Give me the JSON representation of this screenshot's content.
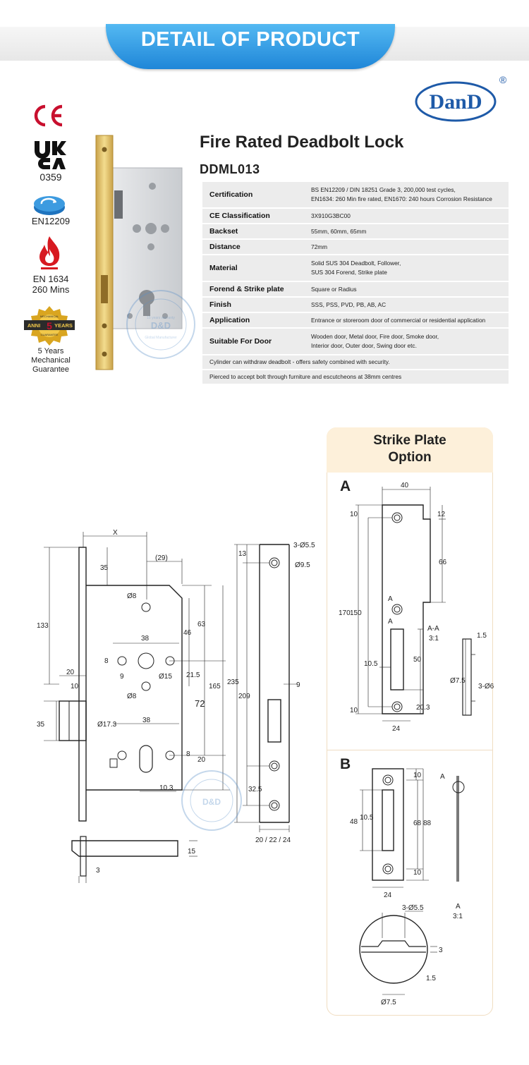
{
  "banner": {
    "title": "DETAIL OF PRODUCT"
  },
  "brand": {
    "logo_text": "DanD",
    "registered_mark": "®"
  },
  "certifications": [
    {
      "icon": "ce-mark",
      "label": ""
    },
    {
      "icon": "ukca-mark",
      "label": "0359"
    },
    {
      "icon": "en12209-icon",
      "label": "EN12209"
    },
    {
      "icon": "fire-icon",
      "label": "EN 1634\n260 Mins"
    },
    {
      "icon": "warranty-badge",
      "label": "5 Years\nMechanical\nGuarantee"
    }
  ],
  "badge_text": {
    "top": "MECHANICAL",
    "left": "ANNI",
    "number": "5",
    "right": "YEARS",
    "bottom": "GUARANTEE"
  },
  "watermark": {
    "line1": "D&D Hardware Industrial Co., Ltd",
    "line2": "15 years warranty",
    "brand": "D&D",
    "sub": "HARDWARE",
    "line3": "Global Manufacturer"
  },
  "product": {
    "title": "Fire Rated Deadbolt Lock",
    "code": "DDML013"
  },
  "specs": [
    {
      "label": "Certification",
      "value": [
        "BS EN12209 / DIN 18251 Grade 3, 200,000 test cycles,",
        "EN1634: 260 Min fire rated, EN1670: 240 hours Corrosion Resistance"
      ]
    },
    {
      "label": "CE Classification",
      "value": [
        "3X910G3BC00"
      ]
    },
    {
      "label": "Backset",
      "value": [
        "55mm, 60mm, 65mm"
      ]
    },
    {
      "label": "Distance",
      "value": [
        "72mm"
      ]
    },
    {
      "label": "Material",
      "value": [
        "Solid SUS 304 Deadbolt, Follower,",
        "SUS 304 Forend, Strike plate"
      ]
    },
    {
      "label": "Forend & Strike plate",
      "value": [
        "Square or Radius"
      ]
    },
    {
      "label": "Finish",
      "value": [
        "SSS, PSS, PVD, PB, AB, AC"
      ]
    },
    {
      "label": "Application",
      "value": [
        "Entrance or storeroom door of commercial or residential application"
      ]
    },
    {
      "label": "Suitable For Door",
      "value": [
        "Wooden door, Metal door, Fire door, Smoke door,",
        "Interior door, Outer door, Swing door etc."
      ]
    }
  ],
  "notes": [
    "Cylinder can withdraw deadbolt - offers safety combined with security.",
    "Pierced to accept bolt through furniture and escutcheons at 38mm centres"
  ],
  "strike_plate": {
    "title_line1": "Strike Plate",
    "title_line2": "Option",
    "option_a": "A",
    "option_b": "B"
  },
  "drawing_main": {
    "labels": [
      "X",
      "(29)",
      "35",
      "133",
      "Ø8",
      "38",
      "46",
      "63",
      "8",
      "9",
      "Ø15",
      "21.5",
      "72",
      "165",
      "Ø8",
      "20",
      "10",
      "35",
      "Ø17.3",
      "38",
      "8",
      "20",
      "10.3",
      "15",
      "3"
    ]
  },
  "drawing_forend": {
    "labels": [
      "13",
      "3-Ø5.5",
      "Ø9.5",
      "235",
      "209",
      "9",
      "32.5",
      "20 / 22 / 24"
    ]
  },
  "drawing_a": {
    "labels": [
      "40",
      "10",
      "12",
      "66",
      "170",
      "150",
      "A",
      "A",
      "A-A",
      "3:1",
      "1.5",
      "50",
      "10.5",
      "Ø7.5",
      "3-Ø6",
      "10",
      "20.3",
      "24"
    ]
  },
  "drawing_b": {
    "labels": [
      "10",
      "A",
      "48",
      "10.5",
      "68",
      "88",
      "10",
      "24",
      "3-Ø5.5",
      "A",
      "3:1",
      "3",
      "1.5",
      "Ø7.5"
    ]
  }
}
